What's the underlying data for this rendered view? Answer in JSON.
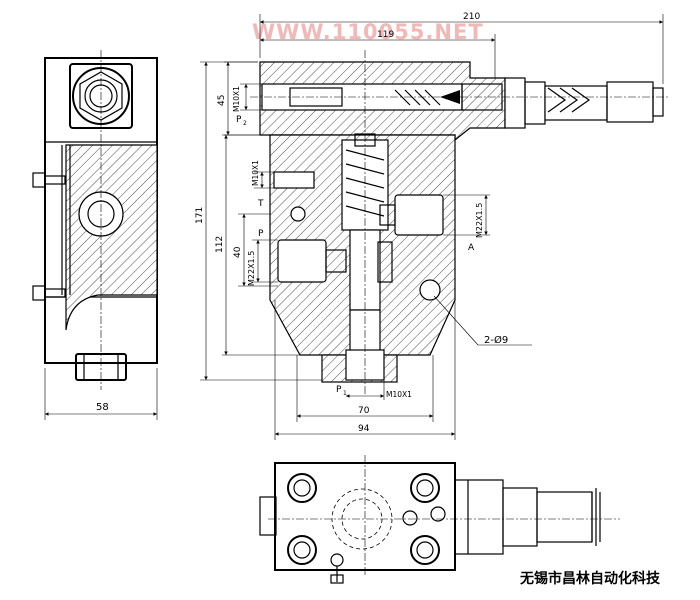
{
  "watermark": "WWW.110055.NET",
  "company": "无锡市昌林自动化科技",
  "dimensions": {
    "overall_length": "210",
    "length_119": "119",
    "height_45": "45",
    "height_171": "171",
    "height_112": "112",
    "height_40": "40",
    "width_58": "58",
    "width_70": "70",
    "width_94": "94",
    "holes": "2-Ø9"
  },
  "threads": {
    "m10_top": "M10X1",
    "m10_mid": "M10X1",
    "m10_bottom": "M10X1",
    "m22_left": "M22X1.5",
    "m22_right": "M22X1.5"
  },
  "ports": {
    "p2": "P",
    "p2_sub": "2",
    "t": "T",
    "p": "P",
    "a": "A",
    "p1": "P",
    "p1_sub": "1"
  }
}
